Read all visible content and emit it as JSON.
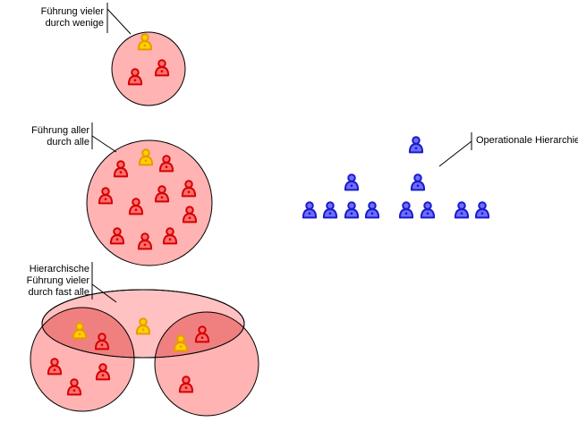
{
  "labels": {
    "few_lead_many": [
      "Führung vieler",
      "durch wenige"
    ],
    "all_lead_all": [
      "Führung aller",
      "durch alle"
    ],
    "hierarchical": [
      "Hierarchische",
      "Führung vieler",
      "durch fast alle"
    ],
    "operational": [
      "Operationale Hierarchie"
    ]
  },
  "colors": {
    "group_fill": "#ffb3b3",
    "overlap_fill": "#f08080",
    "leader_outer": "#e89a00",
    "leader_inner": "#ffd000",
    "member_outer": "#d40000",
    "member_inner": "#ff6f6f",
    "operational_outer": "#1a1acc",
    "operational_inner": "#6f6fff"
  },
  "icon_names": {
    "leader": "person-leader-icon",
    "member": "person-member-icon",
    "operational": "person-operational-icon"
  }
}
